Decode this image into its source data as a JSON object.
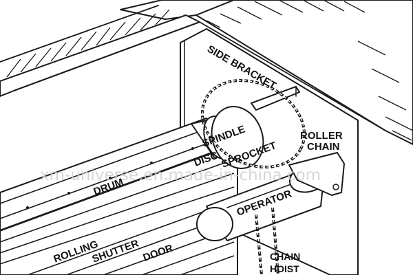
{
  "labels": {
    "side_bracket": "SIDE BRACKET",
    "roller_chain_line1": "ROLLER",
    "roller_chain_line2": "CHAIN",
    "spindle": "SPINDLE",
    "disc": "DISC",
    "sprocket": "SPROCKET",
    "drum": "DRUM",
    "operator": "OPERATOR",
    "chain_hoist_line1": "CHAIN",
    "chain_hoist_line2": "HOIST",
    "rolling": "ROLLING",
    "shutter": "SHUTTER",
    "door": "DOOR"
  },
  "watermark": "xm-universe.en.made-in-china.com",
  "colors": {
    "ink": "#1a1a1a",
    "background": "#ffffff",
    "watermark": "#cfcfcf"
  }
}
